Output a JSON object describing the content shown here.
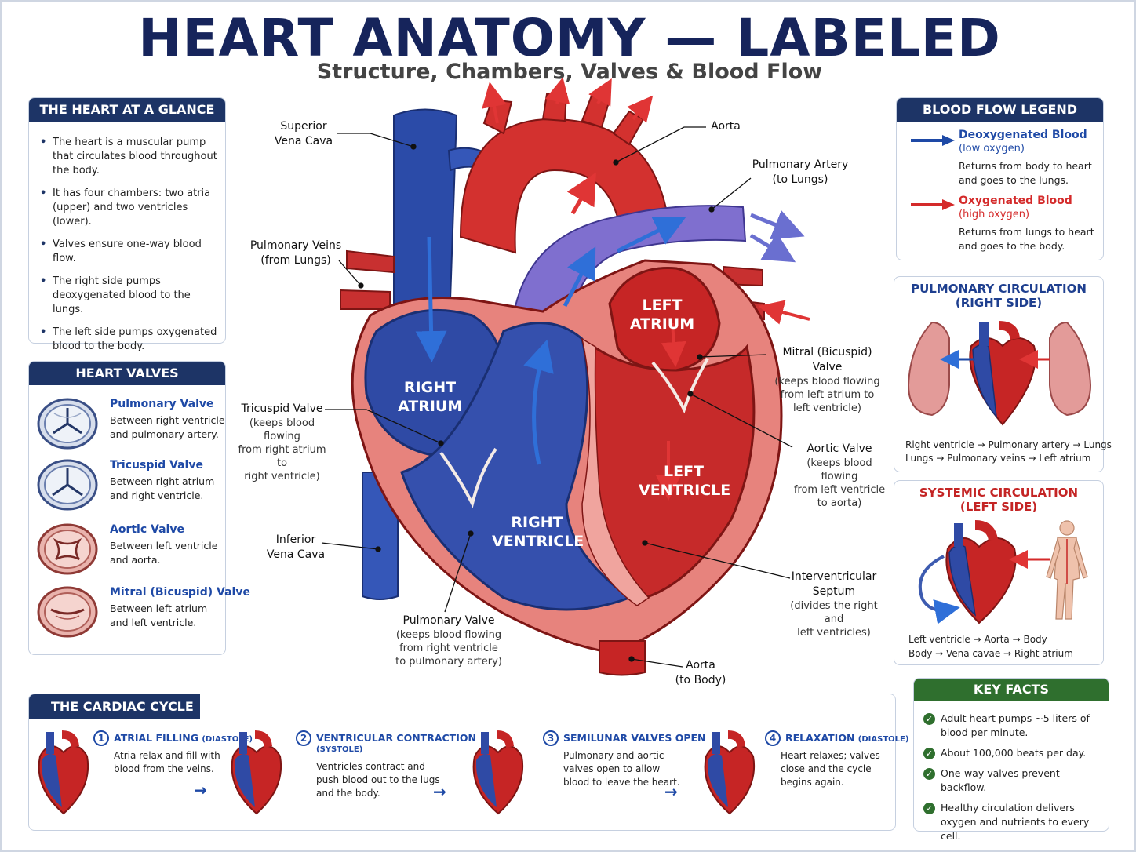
{
  "title": "HEART ANATOMY — LABELED",
  "subtitle": "Structure, Chambers, Valves & Blood Flow",
  "glance": {
    "heading": "THE HEART AT A GLANCE",
    "items": [
      "The heart is a muscular pump that circulates blood throughout the body.",
      "It has four chambers: two atria (upper) and two ventricles (lower).",
      "Valves ensure one-way blood flow.",
      "The right side pumps deoxygenated blood to the lungs.",
      "The left side pumps oxygenated blood to the body."
    ]
  },
  "valves_panel": {
    "heading": "HEART VALVES",
    "items": [
      {
        "name": "Pulmonary Valve",
        "desc": "Between right ventricle and pulmonary artery.",
        "icon": "blue-valve-icon"
      },
      {
        "name": "Tricuspid Valve",
        "desc": "Between right atrium and right ventricle.",
        "icon": "blue-valve-icon"
      },
      {
        "name": "Aortic Valve",
        "desc": "Between left ventricle and aorta.",
        "icon": "red-valve-icon"
      },
      {
        "name": "Mitral (Bicuspid) Valve",
        "desc": "Between left atrium and left ventricle.",
        "icon": "red-valve-icon"
      }
    ]
  },
  "diagram": {
    "chambers": {
      "right_atrium": [
        "RIGHT",
        "ATRIUM"
      ],
      "left_atrium": [
        "LEFT",
        "ATRIUM"
      ],
      "right_ventricle": [
        "RIGHT",
        "VENTRICLE"
      ],
      "left_ventricle": [
        "LEFT",
        "VENTRICLE"
      ]
    },
    "labels": {
      "svc": [
        "Superior",
        "Vena Cava"
      ],
      "aorta_top": "Aorta",
      "pulm_artery": [
        "Pulmonary Artery",
        "(to Lungs)"
      ],
      "pulm_veins": [
        "Pulmonary Veins",
        "(from Lungs)"
      ],
      "mitral": [
        "Mitral (Bicuspid) Valve",
        "(keeps blood flowing",
        "from left atrium to",
        "left ventricle)"
      ],
      "tricuspid": [
        "Tricuspid Valve",
        "(keeps blood flowing",
        "from right atrium to",
        "right ventricle)"
      ],
      "aortic_valve": [
        "Aortic Valve",
        "(keeps blood flowing",
        "from left ventricle",
        "to aorta)"
      ],
      "ivc": [
        "Inferior",
        "Vena Cava"
      ],
      "septum": [
        "Interventricular",
        "Septum",
        "(divides the right and",
        "left ventricles)"
      ],
      "pulm_valve": [
        "Pulmonary Valve",
        "(keeps blood flowing",
        "from right ventricle",
        "to pulmonary artery)"
      ],
      "aorta_bottom": [
        "Aorta",
        "(to Body)"
      ]
    }
  },
  "legend": {
    "heading": "BLOOD FLOW LEGEND",
    "deoxy": {
      "title": "Deoxygenated Blood",
      "sub": "(low oxygen)",
      "desc": [
        "Returns from body to heart",
        "and goes to the lungs."
      ],
      "color": "#1e49a6"
    },
    "oxy": {
      "title": "Oxygenated Blood",
      "sub": "(high oxygen)",
      "desc": [
        "Returns from lungs to heart",
        "and goes to the body."
      ],
      "color": "#d42a2a"
    }
  },
  "pulmonary": {
    "title": [
      "PULMONARY CIRCULATION",
      "(RIGHT SIDE)"
    ],
    "lines": [
      "Right ventricle → Pulmonary artery → Lungs",
      "Lungs → Pulmonary veins → Left atrium"
    ]
  },
  "systemic": {
    "title": [
      "SYSTEMIC CIRCULATION",
      "(LEFT SIDE)"
    ],
    "lines": [
      "Left ventricle → Aorta → Body",
      "Body → Vena cavae → Right atrium"
    ]
  },
  "keyfacts": {
    "heading": "KEY FACTS",
    "items": [
      "Adult heart pumps ~5 liters of blood per minute.",
      "About 100,000 beats per day.",
      "One-way valves prevent backflow.",
      "Healthy circulation delivers oxygen and nutrients to every cell."
    ]
  },
  "cycle": {
    "heading": "THE CARDIAC CYCLE",
    "steps": [
      {
        "num": "1",
        "title": "ATRIAL FILLING",
        "paren": "(DIASTOLE)",
        "desc": "Atria relax and fill with blood from the veins."
      },
      {
        "num": "2",
        "title": "VENTRICULAR CONTRACTION",
        "paren": "(SYSTOLE)",
        "desc": "Ventricles contract and push blood out to the lugs and the body."
      },
      {
        "num": "3",
        "title": "SEMILUNAR VALVES OPEN",
        "paren": "",
        "desc": "Pulmonary and aortic valves open to allow blood to leave the heart."
      },
      {
        "num": "4",
        "title": "RELAXATION",
        "paren": "(DIASTOLE)",
        "desc": "Heart relaxes; valves close and the cycle begins again."
      }
    ]
  }
}
